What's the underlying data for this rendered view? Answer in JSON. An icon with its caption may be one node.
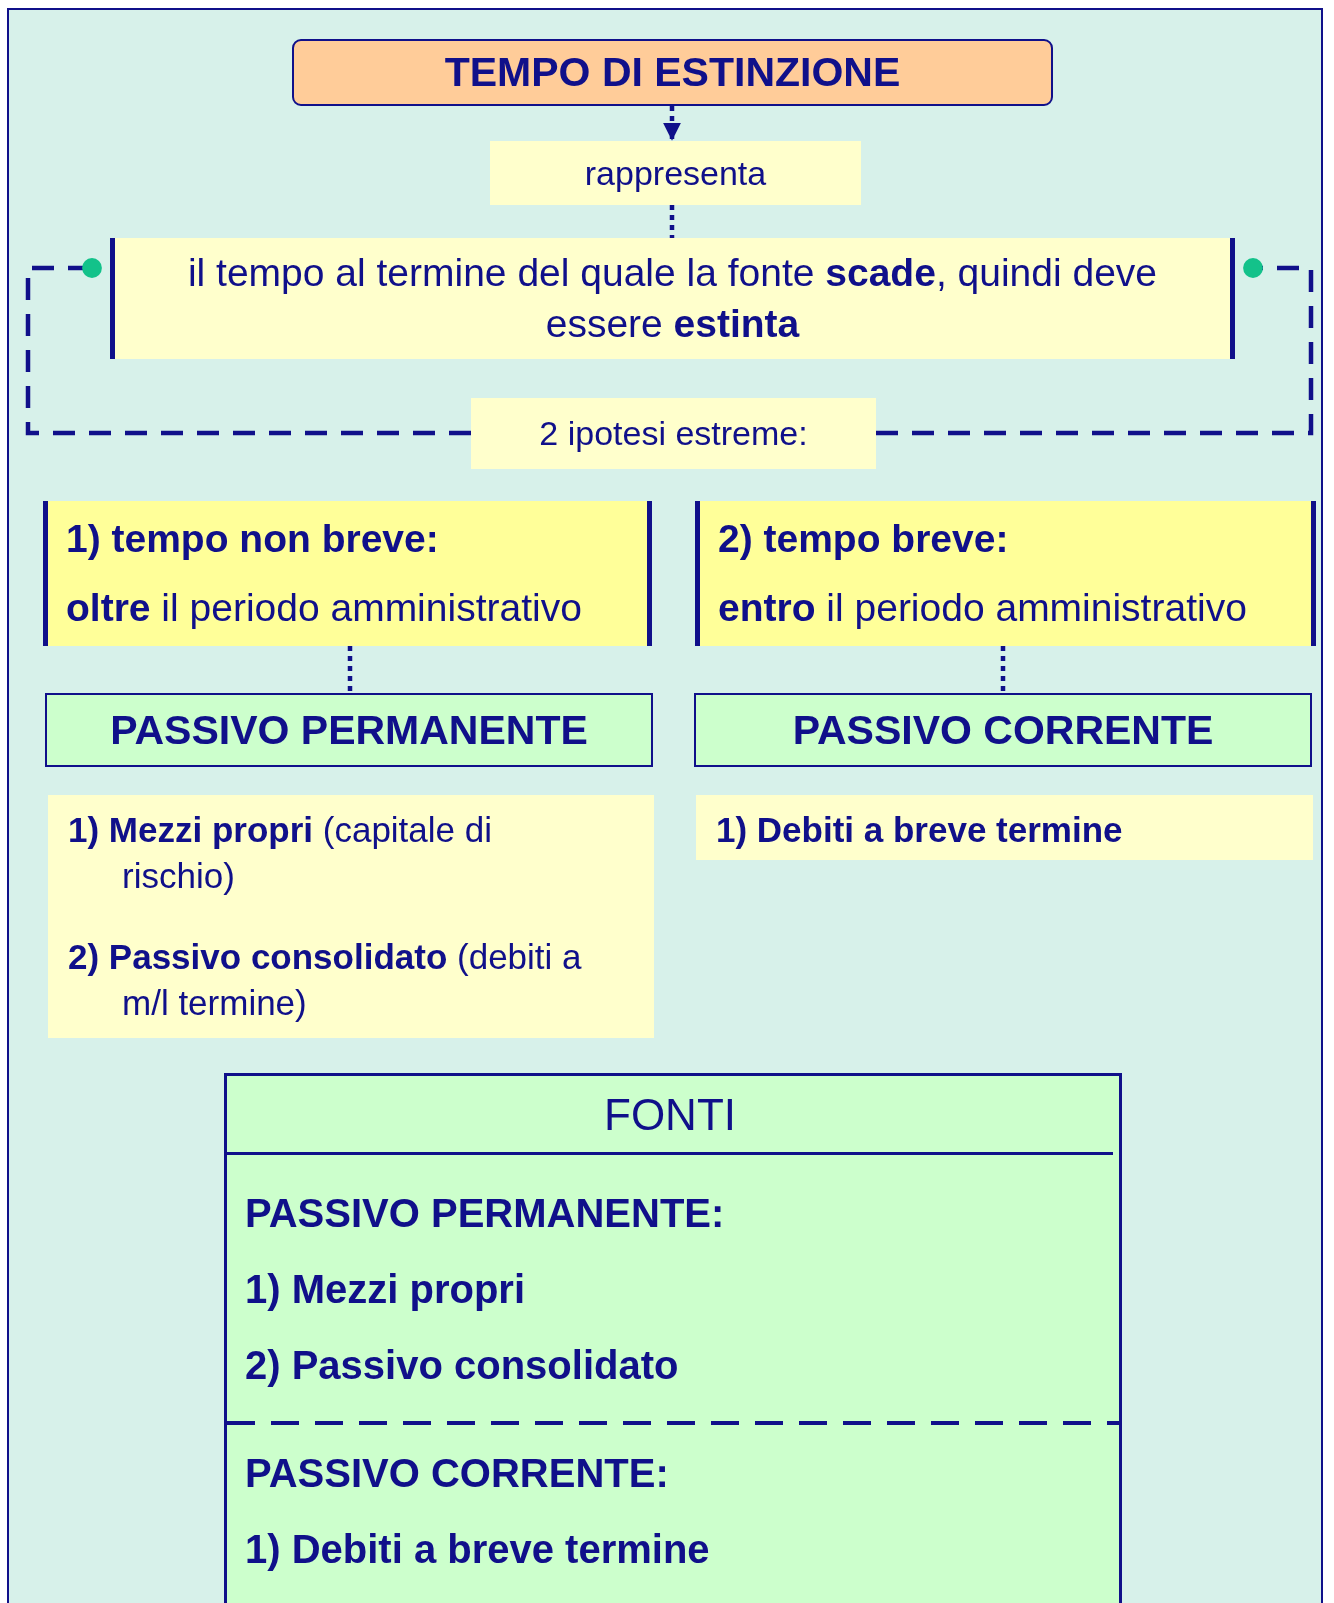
{
  "diagram": {
    "nodes": [
      {
        "text": [
          "TEMPO DI ESTINZIONE"
        ]
      },
      {
        "text": [
          "rappresenta"
        ]
      },
      {
        "text": [
          "il tempo al termine del quale la fonte **scade**, quindi deve essere **estinta**"
        ]
      },
      {
        "text": [
          "2 ipotesi estreme:"
        ]
      },
      {
        "text": [
          "1) tempo non breve:",
          "**oltre** il periodo amministrativo"
        ]
      },
      {
        "text": [
          "2) tempo breve:",
          "**entro** il periodo amministrativo"
        ]
      },
      {
        "text": [
          "PASSIVO PERMANENTE"
        ]
      },
      {
        "text": [
          "PASSIVO CORRENTE"
        ]
      },
      {
        "text": [
          "**1) Mezzi propri** (capitale di rischio)",
          "**2) Passivo consolidato** (debiti a m/l termine)"
        ]
      },
      {
        "text": [
          "1) Debiti a breve termine"
        ]
      },
      {
        "text": [
          "FONTI",
          "PASSIVO PERMANENTE:",
          "1) Mezzi propri",
          "2) Passivo consolidato",
          "PASSIVO CORRENTE:",
          "1) Debiti a breve termine"
        ]
      }
    ],
    "edges": [
      {
        "from": 0,
        "to": 1,
        "arrow": "to",
        "style": "dashed"
      },
      {
        "from": 1,
        "to": 2,
        "arrow": "none",
        "style": "dashed"
      },
      {
        "from": 3,
        "to": 2,
        "arrow": "other",
        "style": "dashed"
      },
      {
        "from": 3,
        "to": 2,
        "arrow": "other",
        "style": "dashed"
      },
      {
        "from": 4,
        "to": 6,
        "arrow": "none",
        "style": "dashed"
      },
      {
        "from": 5,
        "to": 7,
        "arrow": "none",
        "style": "dashed"
      }
    ]
  }
}
